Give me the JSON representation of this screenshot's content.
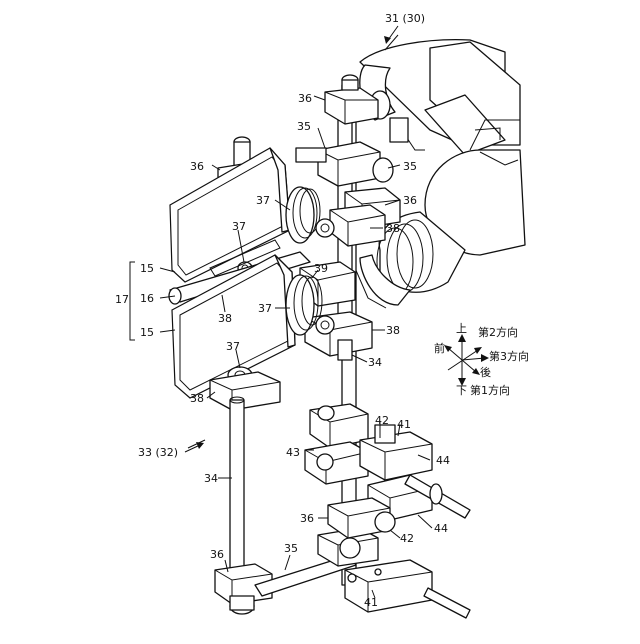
{
  "figure": {
    "labels": {
      "top_ref": "31 (30)",
      "l36a": "36",
      "l35a": "35",
      "l36b": "36",
      "l35b": "35",
      "l37a": "37",
      "l36c": "36",
      "l37b": "37",
      "l38a": "38",
      "l15a": "15",
      "l39": "39",
      "l17": "17",
      "l16": "16",
      "l37c": "37",
      "l38b": "38",
      "l38c": "38",
      "l15b": "15",
      "l34a": "34",
      "l37d": "37",
      "l38d": "38",
      "ref33": "33 (32)",
      "l42a": "42",
      "l41a": "41",
      "l43": "43",
      "l44a": "44",
      "l34b": "34",
      "l36d": "36",
      "l44b": "44",
      "l42b": "42",
      "l35c": "35",
      "l36e": "36",
      "l41b": "41"
    },
    "compass": {
      "up": "上",
      "dir2": "第2方向",
      "front": "前",
      "dir3": "第3方向",
      "back": "後",
      "down": "下",
      "dir1": "第1方向"
    }
  }
}
